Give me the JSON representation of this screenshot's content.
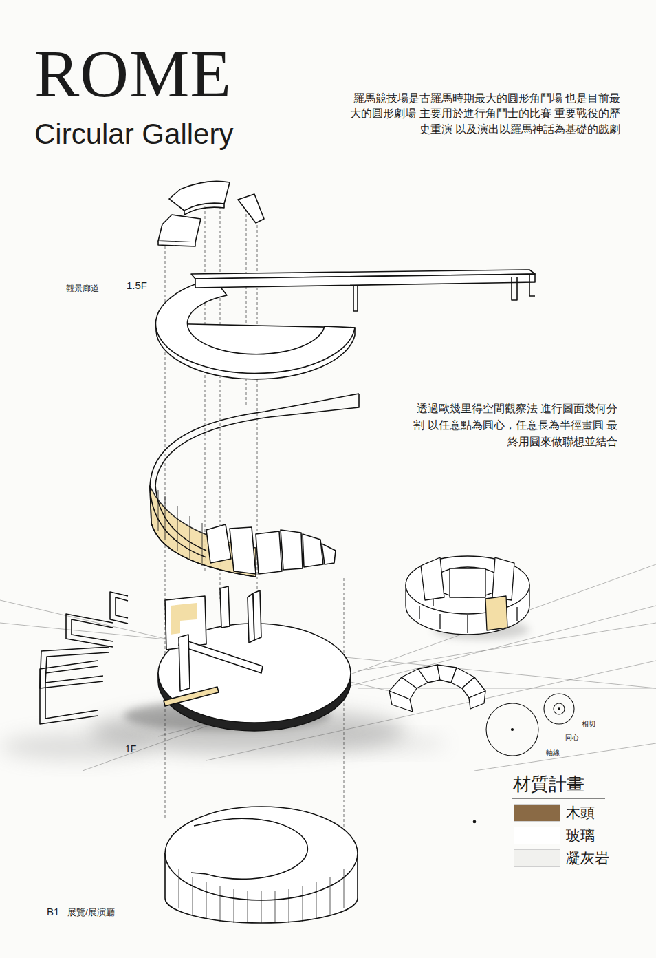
{
  "diagram": {
    "title": "ROME",
    "labels": [
      "Circular Gallery",
      "羅馬競技場是古羅馬時期最大的圓形角鬥場 也是目前最大的圓形劇場 主要用於進行角鬥士的比賽 重要戰役的歷史重演 以及演出以羅馬神話為基礎的戲劇",
      "觀景廊道",
      "1.5F",
      "透過歐幾里得空間觀察法 進行圖面幾何分割 以任意點為圓心，任意長為半徑畫圓 最終用圓來做聯想並結合",
      "相切",
      "同心",
      "軸線",
      "1F",
      "材質計畫",
      "B1",
      "展覽/展演廳"
    ],
    "legend": [
      {
        "text": "木頭",
        "color": "#8a6a45"
      },
      {
        "text": "玻璃",
        "color": "#ffffff"
      },
      {
        "text": "凝灰岩",
        "color": "#f1f1ee"
      }
    ]
  }
}
